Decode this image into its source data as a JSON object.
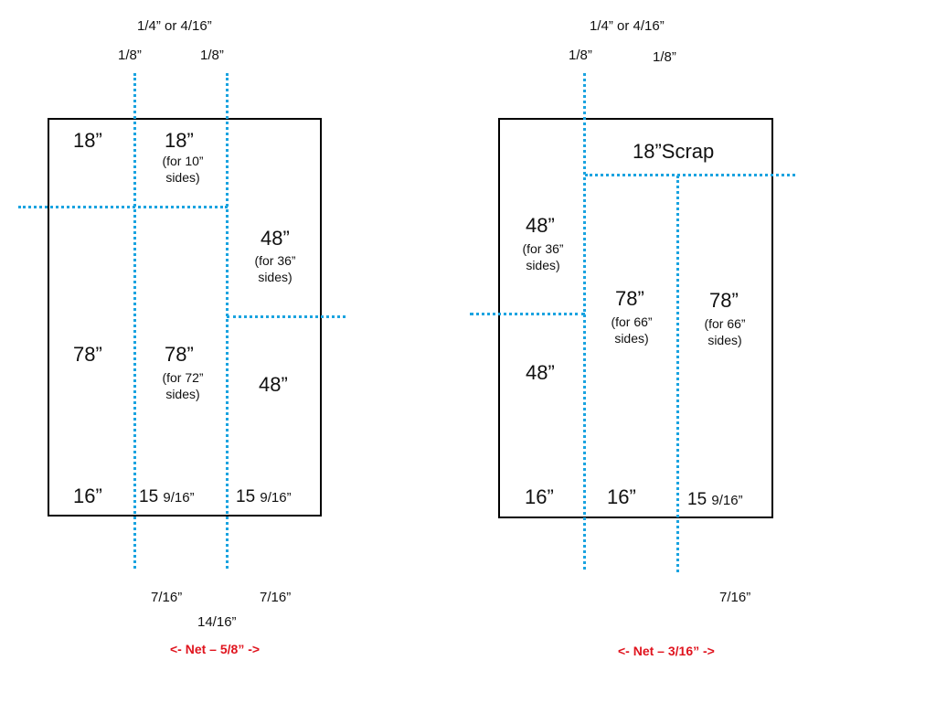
{
  "left": {
    "top_kerf": "1/4” or 4/16”",
    "kerf_a": "1/8”",
    "kerf_b": "1/8”",
    "r1c1": "18”",
    "r1c2": "18”",
    "r1c2_note": "(for 10” sides)",
    "r2c3": "48”",
    "r2c3_note": "(for 36” sides)",
    "r3c1": "78”",
    "r3c2": "78”",
    "r3c2_note": "(for 72” sides)",
    "r3c3": "48”",
    "w1": "16”",
    "w2_num": "15 ",
    "w2_frac": "9/16”",
    "w3_num": "15 ",
    "w3_frac": "9/16”",
    "bot_a": "7/16”",
    "bot_b": "7/16”",
    "bot_total": "14/16”",
    "net": "<- Net – 5/8” ->"
  },
  "right": {
    "top_kerf": "1/4” or 4/16”",
    "kerf_a": "1/8”",
    "kerf_b": "1/8”",
    "scrap": "18”Scrap",
    "c1_top": "48”",
    "c1_top_note": "(for 36” sides)",
    "c1_bot": "48”",
    "c2": "78”",
    "c2_note": "(for 66” sides)",
    "c3": "78”",
    "c3_note": "(for 66” sides)",
    "w1": "16”",
    "w2": "16”",
    "w3_num": "15 ",
    "w3_frac": "9/16”",
    "bot_a": "7/16”",
    "net": "<- Net – 3/16” ->"
  }
}
